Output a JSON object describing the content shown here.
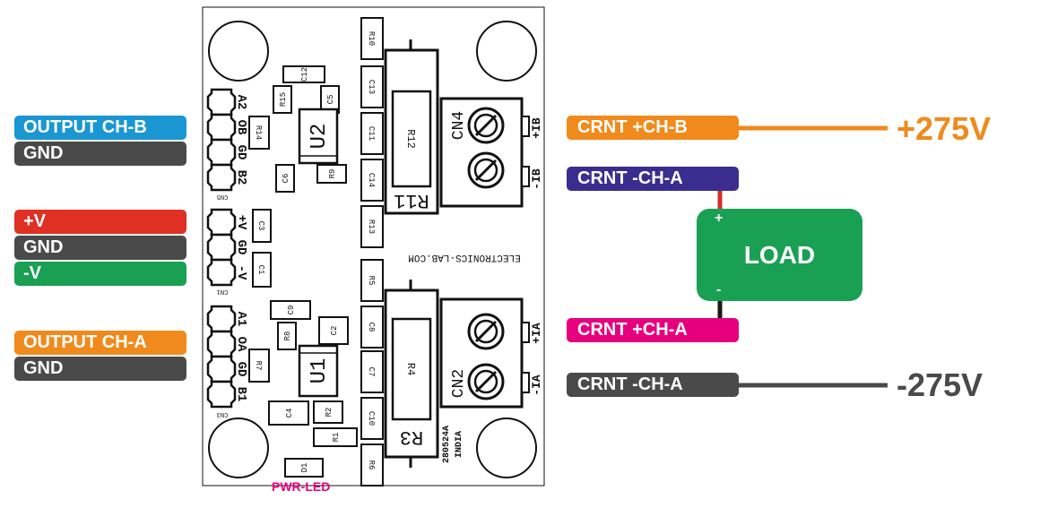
{
  "left_labels": {
    "output_ch_b": "OUTPUT CH-B",
    "gnd_b": "GND",
    "plus_v": "+V",
    "gnd_pwr": "GND",
    "minus_v": "-V",
    "output_ch_a": "OUTPUT CH-A",
    "gnd_a": "GND"
  },
  "right_labels": {
    "crnt_plus_ch_b": "CRNT +CH-B",
    "crnt_minus_ch_a_top": "CRNT -CH-A",
    "crnt_plus_ch_a": "CRNT +CH-A",
    "crnt_minus_ch_a_bottom": "CRNT -CH-A"
  },
  "voltages": {
    "positive": "+275V",
    "negative": "-275V"
  },
  "load": {
    "label": "LOAD",
    "plus": "+",
    "minus": "-"
  },
  "pwr_led": "PWR-LED",
  "board": {
    "website": "ELECTRONICS-LAB.COM",
    "part_number": "280524A",
    "origin": "INDIA",
    "cn5_pins": [
      "A2",
      "OB",
      "GD",
      "B2"
    ],
    "cn1_pins": [
      "+V",
      "GD",
      "-V"
    ],
    "cn3_pins": [
      "A1",
      "OA",
      "GD",
      "B1"
    ],
    "connector_names": {
      "cn5": "CN5",
      "cn1": "CN1",
      "cn3": "CN3",
      "cn4": "CN4",
      "cn2": "CN2"
    },
    "cn4_pins": [
      "+IB",
      "-IB"
    ],
    "cn2_pins": [
      "+IA",
      "-IA"
    ],
    "components": {
      "u1": "U1",
      "u2": "U2",
      "r3": "R3",
      "r4": "R4",
      "r11": "R11",
      "r12": "R12",
      "r10": "R10",
      "c13": "C13",
      "c11": "C11",
      "c14": "C14",
      "r13": "R13",
      "r5": "R5",
      "c8": "C8",
      "c7": "C7",
      "c10": "C10",
      "r6": "R6",
      "c12": "C12",
      "r15": "R15",
      "c5": "C5",
      "r14": "R14",
      "c6": "C6",
      "r9": "R9",
      "c3": "C3",
      "c1": "C1",
      "c9": "C9",
      "r8": "R8",
      "c2": "C2",
      "r7": "R7",
      "c4": "C4",
      "r2": "R2",
      "r1": "R1",
      "d1": "D1"
    }
  },
  "colors": {
    "blue": "#1a96d2",
    "dark_gray": "#4a4a4a",
    "red": "#e03024",
    "green": "#1aa053",
    "orange": "#f08a1c",
    "purple": "#3a2d8f",
    "magenta": "#e6007e",
    "wire_red": "#d03027",
    "wire_black": "#1a1a1a"
  }
}
